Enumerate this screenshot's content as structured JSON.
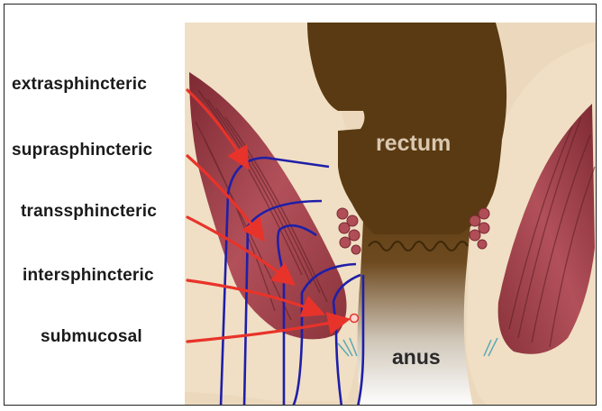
{
  "labels": {
    "extrasphincteric": "extrasphincteric",
    "suprasphincteric": "suprasphincteric",
    "transsphincteric": "transsphincteric",
    "intersphincteric": "intersphincteric",
    "submucosal": "submucosal"
  },
  "organs": {
    "rectum": "rectum",
    "anus": "anus"
  },
  "colors": {
    "background": "#ffffff",
    "skin": "#ecd9bd",
    "rectum_wall": "#5a3a12",
    "muscle": "#9c3d44",
    "fistula_path": "#1f1fa8",
    "arrow": "#e8332a"
  }
}
